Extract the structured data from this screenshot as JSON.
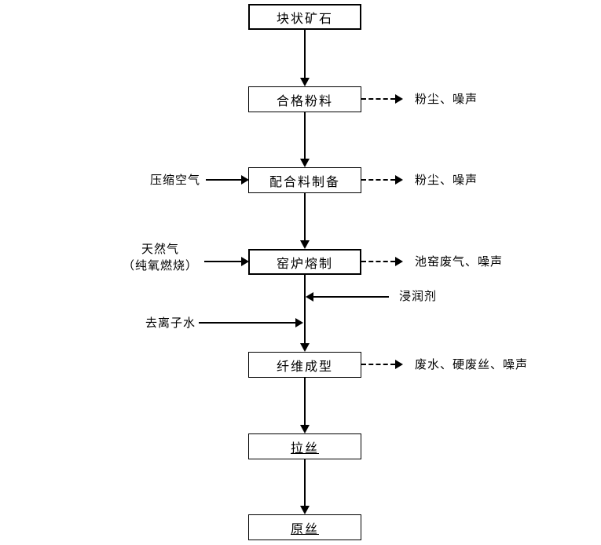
{
  "diagram": {
    "type": "flowchart",
    "nodes": [
      {
        "label": "块状矿石"
      },
      {
        "label": "合格粉料"
      },
      {
        "label": "配合料制备"
      },
      {
        "label": "窑炉熔制"
      },
      {
        "label": "纤维成型"
      },
      {
        "label": "拉丝"
      },
      {
        "label": "原丝"
      }
    ],
    "side_inputs": [
      {
        "label": "压缩空气",
        "to": "配合料制备"
      },
      {
        "label": "天然气\n（纯氧燃烧）",
        "to": "窑炉熔制"
      },
      {
        "label": "浸润剂",
        "to": "纤维成型"
      },
      {
        "label": "去离子水",
        "to": "纤维成型"
      }
    ],
    "emissions": [
      {
        "label": "粉尘、噪声",
        "from": "合格粉料"
      },
      {
        "label": "粉尘、噪声",
        "from": "配合料制备"
      },
      {
        "label": "池窑废气、噪声",
        "from": "窑炉熔制"
      },
      {
        "label": "废水、硬废丝、噪声",
        "from": "纤维成型"
      }
    ],
    "colors": {
      "line": "#000000",
      "background": "#ffffff",
      "text": "#000000"
    }
  }
}
